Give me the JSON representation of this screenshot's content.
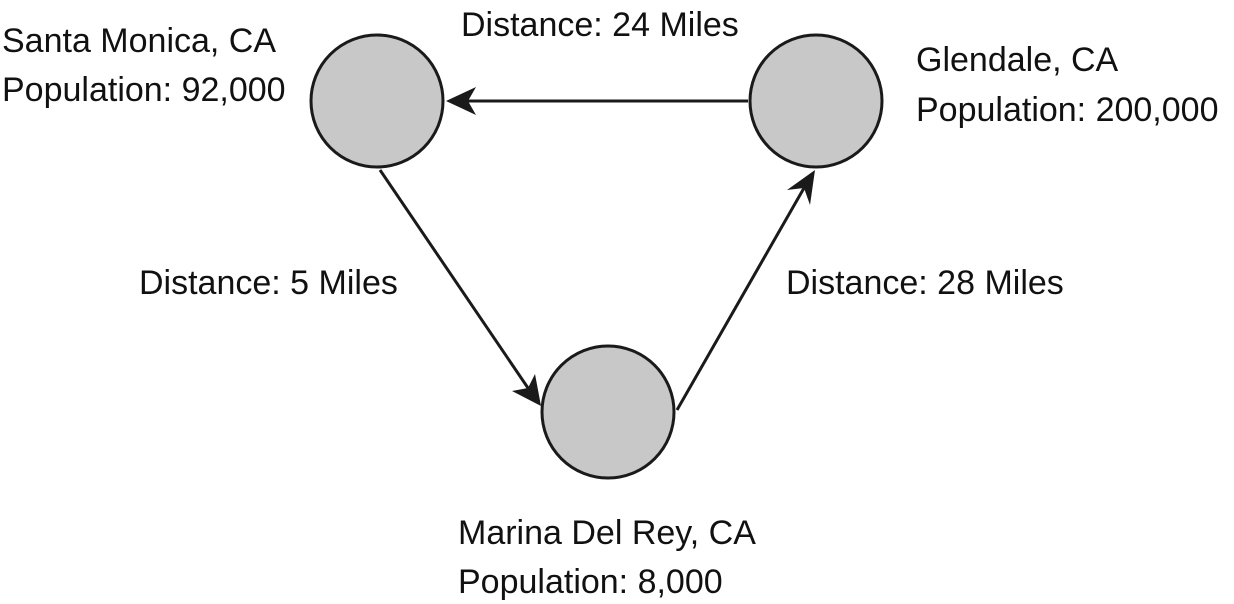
{
  "nodes": {
    "santa_monica": {
      "name": "Santa Monica, CA",
      "population": "Population: 92,000"
    },
    "glendale": {
      "name": "Glendale, CA",
      "population": "Population: 200,000"
    },
    "marina_del_rey": {
      "name": "Marina Del Rey, CA",
      "population": "Population: 8,000"
    }
  },
  "edges": {
    "glendale_to_santa_monica": {
      "label": "Distance: 24 Miles"
    },
    "santa_monica_to_marina_del_rey": {
      "label": "Distance: 5 Miles"
    },
    "marina_del_rey_to_glendale": {
      "label": "Distance: 28 Miles"
    }
  },
  "colors": {
    "node_fill": "#c8c8c8",
    "stroke": "#1a1a1a",
    "text": "#111111"
  }
}
